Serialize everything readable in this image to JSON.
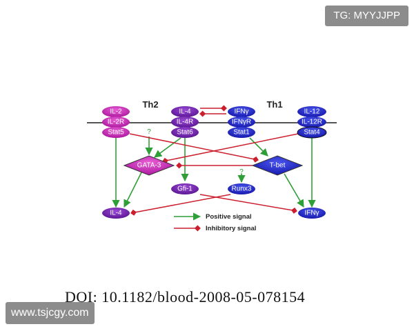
{
  "headers": {
    "th2": "Th2",
    "th1": "Th1"
  },
  "nodes": {
    "il2": "IL-2",
    "il2r": "IL-2R",
    "stat5": "Stat5",
    "il4_top": "IL-4",
    "il4r": "IL-4R",
    "stat6": "Stat6",
    "ifng_top": "IFNγ",
    "ifngr": "IFNγR",
    "stat1": "Stat1",
    "il12": "IL-12",
    "il12r": "IL-12R",
    "stat4": "Stat4",
    "gata3": "GATA-3",
    "tbet": "T-bet",
    "gfi1": "Gfi-1",
    "runx3": "Runx3",
    "il4_out": "IL-4",
    "ifng_out": "IFNγ"
  },
  "unknown_marks": [
    "?",
    "?"
  ],
  "legend": {
    "positive": "Positive signal",
    "inhibitory": "Inhibitory signal"
  },
  "colors": {
    "magenta": "#c51fb2",
    "purple": "#6a1ea8",
    "blue": "#1e22c8",
    "positive": "#2e9e36",
    "inhibitory": "#cc1f2e",
    "membrane": "#555555"
  },
  "doi": "DOI:  10.1182/blood-2008-05-078154",
  "watermarks": {
    "tg": "TG: MYYJJPP",
    "url": "www.tsjcgy.com"
  }
}
